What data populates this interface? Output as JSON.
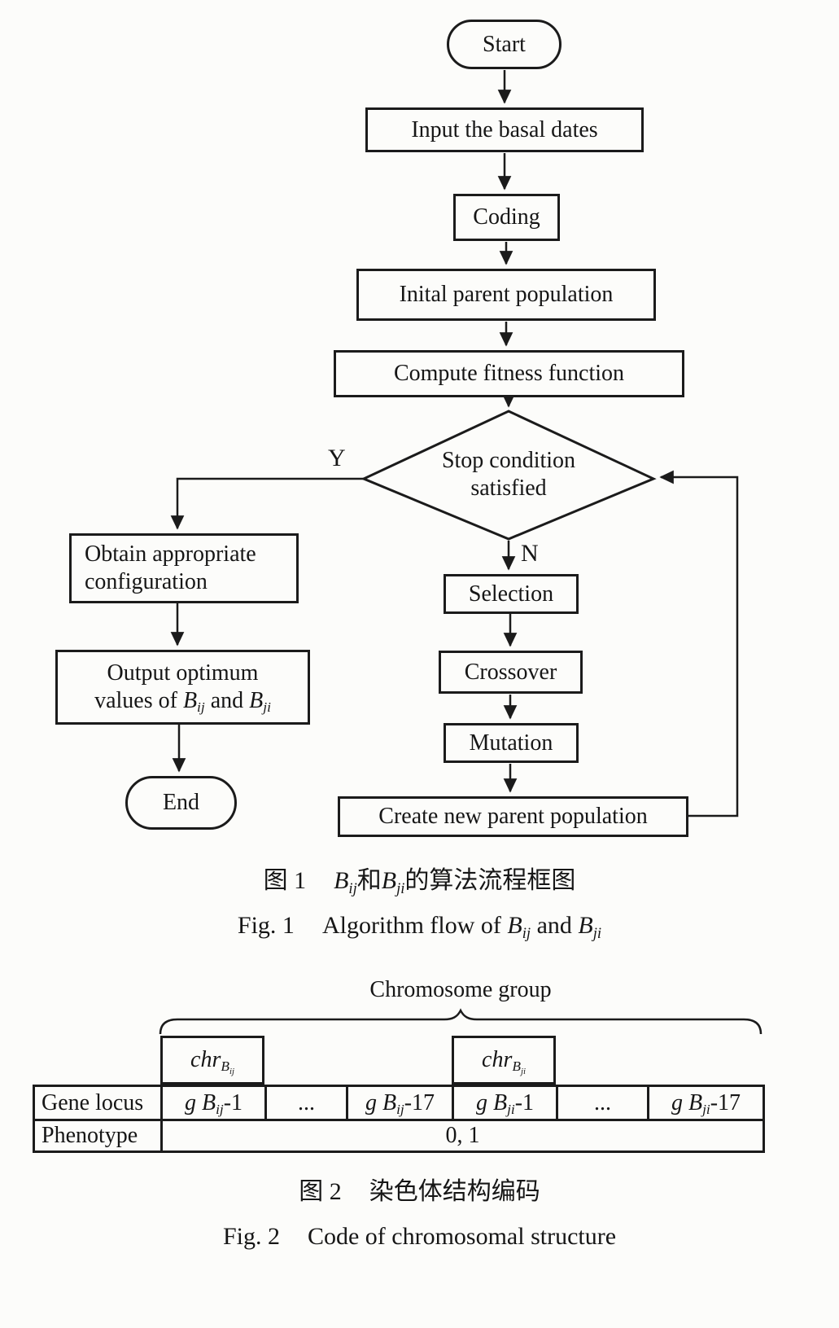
{
  "figure1": {
    "nodes": {
      "start": "Start",
      "input_basal": "Input the basal dates",
      "coding": "Coding",
      "initial_population": "Inital parent population",
      "compute_fitness": "Compute fitness function",
      "decision": {
        "line1": "Stop condition",
        "line2": "satisfied"
      },
      "branch_yes": "Y",
      "branch_no": "N",
      "obtain": {
        "line1": "Obtain appropriate",
        "line2": "configuration"
      },
      "output": {
        "line1": "Output optimum",
        "line2_pre": "values of ",
        "var1": "B",
        "var1_sub": "ij",
        "mid": " and ",
        "var2": "B",
        "var2_sub": "ji"
      },
      "selection": "Selection",
      "crossover": "Crossover",
      "mutation": "Mutation",
      "create_new": "Create new parent population",
      "end": "End"
    },
    "caption_zh": {
      "fig_label": "图 1",
      "var1": "B",
      "var1_sub": "ij",
      "conj": "和",
      "var2": "B",
      "var2_sub": "ji",
      "tail": "的算法流程框图"
    },
    "caption_en": {
      "fig_label": "Fig. 1",
      "lead": "Algorithm flow of ",
      "var1": "B",
      "var1_sub": "ij",
      "mid": " and ",
      "var2": "B",
      "var2_sub": "ji"
    }
  },
  "figure2": {
    "group_label": "Chromosome group",
    "chr_bij": {
      "name": "chr",
      "sub_var": "B",
      "sub_idx": "ij"
    },
    "chr_bji": {
      "name": "chr",
      "sub_var": "B",
      "sub_idx": "ji"
    },
    "table": {
      "gene_locus_header": "Gene locus",
      "phenotype_header": "Phenotype",
      "gene_cells": {
        "bij_first": {
          "pre": "g ",
          "var": "B",
          "sub": "ij",
          "post": "-1"
        },
        "ellipsis1": "...",
        "bij_last": {
          "pre": "g ",
          "var": "B",
          "sub": "ij",
          "post": "-17"
        },
        "bji_first": {
          "pre": "g ",
          "var": "B",
          "sub": "ji",
          "post": "-1"
        },
        "ellipsis2": "...",
        "bji_last": {
          "pre": "g ",
          "var": "B",
          "sub": "ji",
          "post": "-17"
        }
      },
      "phenotype_value": "0, 1"
    },
    "caption_zh": {
      "fig_label": "图 2",
      "text": "染色体结构编码"
    },
    "caption_en": {
      "fig_label": "Fig. 2",
      "text": "Code of chromosomal structure"
    }
  }
}
